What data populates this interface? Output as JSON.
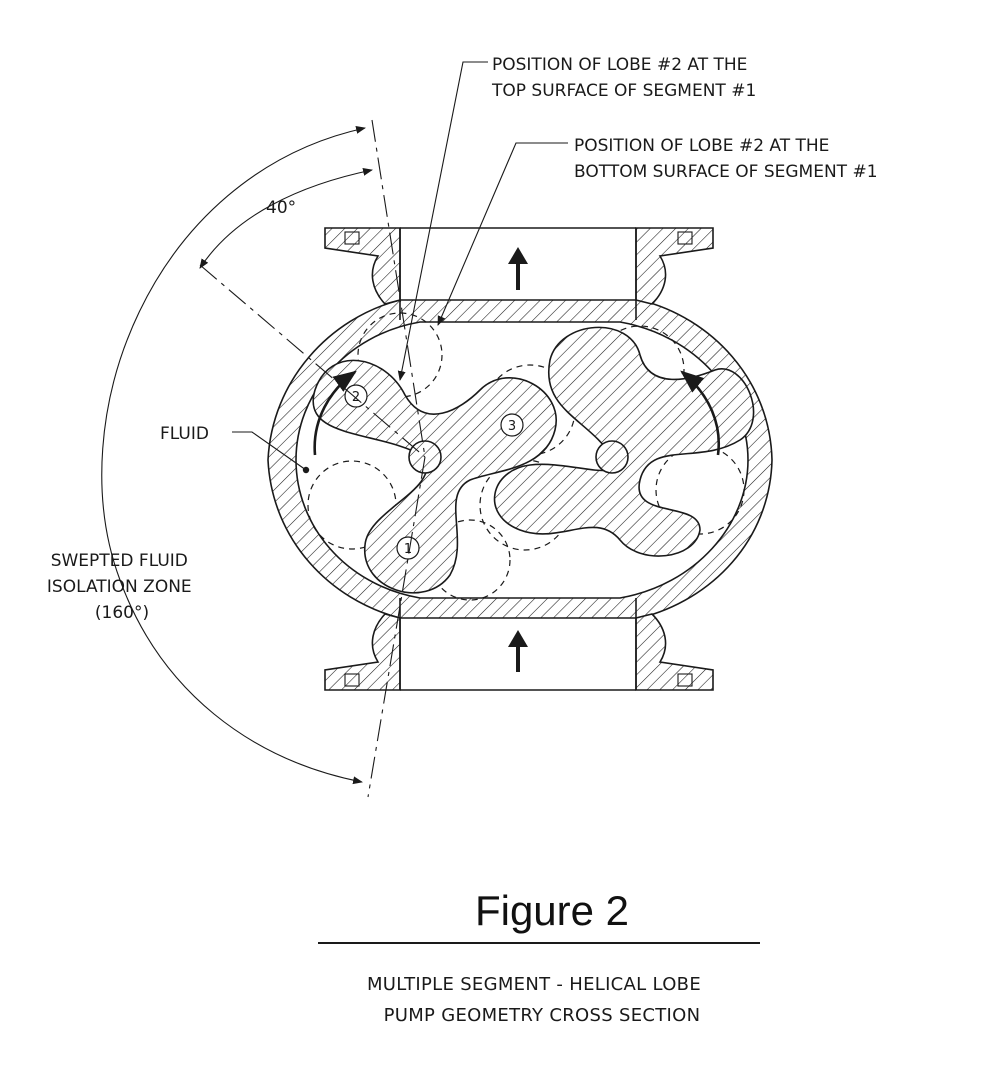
{
  "labels": {
    "lobe_top": [
      "POSITION OF LOBE #2  AT THE",
      "TOP SURFACE OF SEGMENT #1"
    ],
    "lobe_bottom": [
      "POSITION OF LOBE #2  AT THE",
      "BOTTOM SURFACE OF SEGMENT #1"
    ],
    "angle": "40°",
    "fluid": "FLUID",
    "zone": [
      "SWEPTED FLUID",
      "ISOLATION ZONE",
      "(160°)"
    ],
    "lobe_numbers": [
      "1",
      "2",
      "3"
    ]
  },
  "figure": {
    "title": "Figure 2",
    "caption": [
      "MULTIPLE  SEGMENT -  HELICAL  LOBE",
      "PUMP GEOMETRY CROSS SECTION"
    ]
  },
  "dimensions": {
    "isolation_angle_deg": 160,
    "offset_angle_deg": 40
  },
  "colors": {
    "ink": "#1a1a1a",
    "background": "#ffffff"
  }
}
